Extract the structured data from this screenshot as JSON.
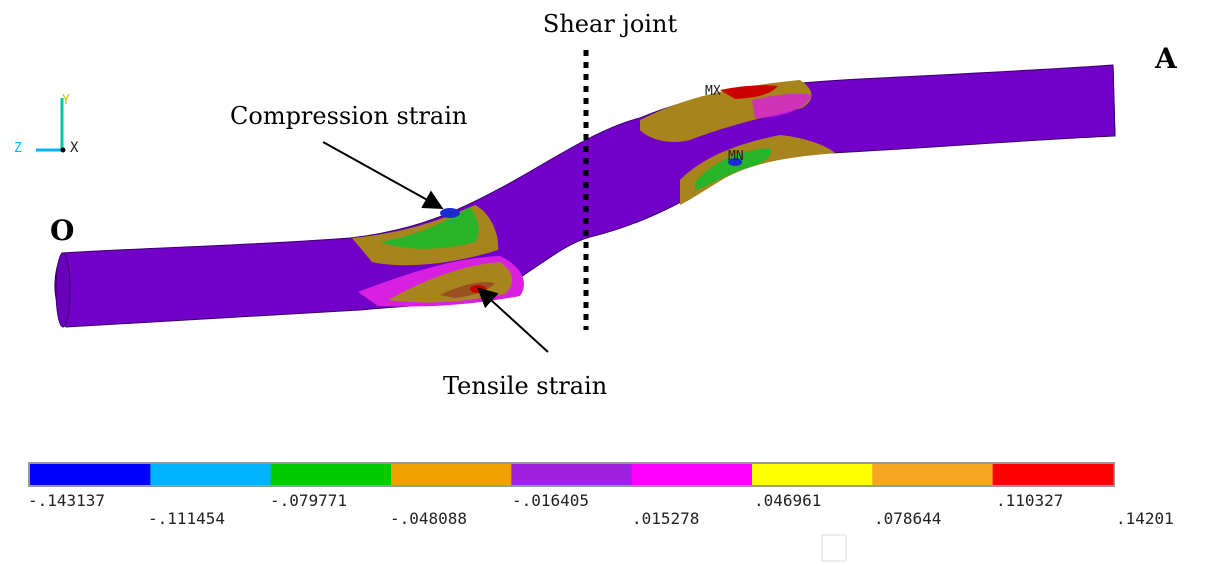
{
  "annotations": {
    "shear_joint": "Shear joint",
    "compression": "Compression strain",
    "tensile": "Tensile strain",
    "end_o": "O",
    "end_a": "A",
    "max_marker": "MX",
    "min_marker": "MN"
  },
  "triad": {
    "y": "Y",
    "z": "Z",
    "x": "X"
  },
  "legend": {
    "colors": [
      "#0000ff",
      "#00b4ff",
      "#00cc00",
      "#f0a000",
      "#a020e0",
      "#ff00ff",
      "#ffff00",
      "#f5a623",
      "#ff0000"
    ],
    "top_labels": [
      "-.143137",
      "-.079771",
      "-.016405",
      ".046961",
      ".110327"
    ],
    "bottom_labels": [
      "-.111454",
      "-.048088",
      ".015278",
      ".078644",
      ".14201"
    ]
  },
  "colors": {
    "body": "#7200c8",
    "outline": "#3a006e",
    "olive": "#a8841c",
    "green": "#28b428",
    "blue": "#1b2bd2",
    "red": "#cc0000",
    "magenta": "#d820e0"
  }
}
